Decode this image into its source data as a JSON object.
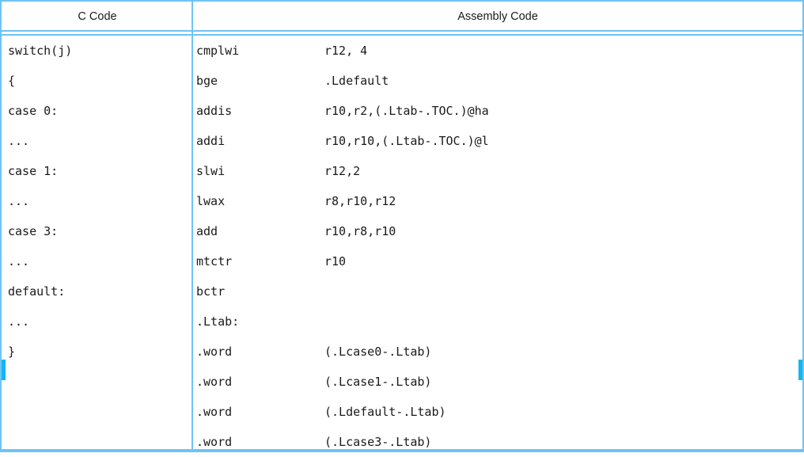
{
  "table": {
    "headers": {
      "c_code": "C Code",
      "assembly_code": "Assembly Code"
    },
    "colors": {
      "border": "#6fc3f7",
      "scroll_marker": "#12b6f0",
      "text": "#1a1a1a",
      "background": "#ffffff"
    },
    "rows": [
      {
        "c": "switch(j)",
        "mnemonic": "cmplwi",
        "operand": "r12, 4"
      },
      {
        "c": "{",
        "mnemonic": "bge",
        "operand": ".Ldefault"
      },
      {
        "c": "case 0:",
        "mnemonic": "addis",
        "operand": "r10,r2,(.Ltab-.TOC.)@ha"
      },
      {
        "c": "...",
        "mnemonic": "addi",
        "operand": "r10,r10,(.Ltab-.TOC.)@l"
      },
      {
        "c": "case 1:",
        "mnemonic": "slwi",
        "operand": "r12,2"
      },
      {
        "c": "...",
        "mnemonic": "lwax",
        "operand": "r8,r10,r12"
      },
      {
        "c": "case 3:",
        "mnemonic": "add",
        "operand": "r10,r8,r10"
      },
      {
        "c": "...",
        "mnemonic": "mtctr",
        "operand": "r10"
      },
      {
        "c": "default:",
        "mnemonic": "bctr",
        "operand": ""
      },
      {
        "c": "...",
        "mnemonic": ".Ltab:",
        "operand": ""
      },
      {
        "c": "}",
        "mnemonic": ".word",
        "operand": "(.Lcase0-.Ltab)"
      },
      {
        "c": "",
        "mnemonic": ".word",
        "operand": "(.Lcase1-.Ltab)"
      },
      {
        "c": "",
        "mnemonic": ".word",
        "operand": "(.Ldefault-.Ltab)"
      },
      {
        "c": "",
        "mnemonic": ".word",
        "operand": "(.Lcase3-.Ltab)"
      }
    ]
  }
}
